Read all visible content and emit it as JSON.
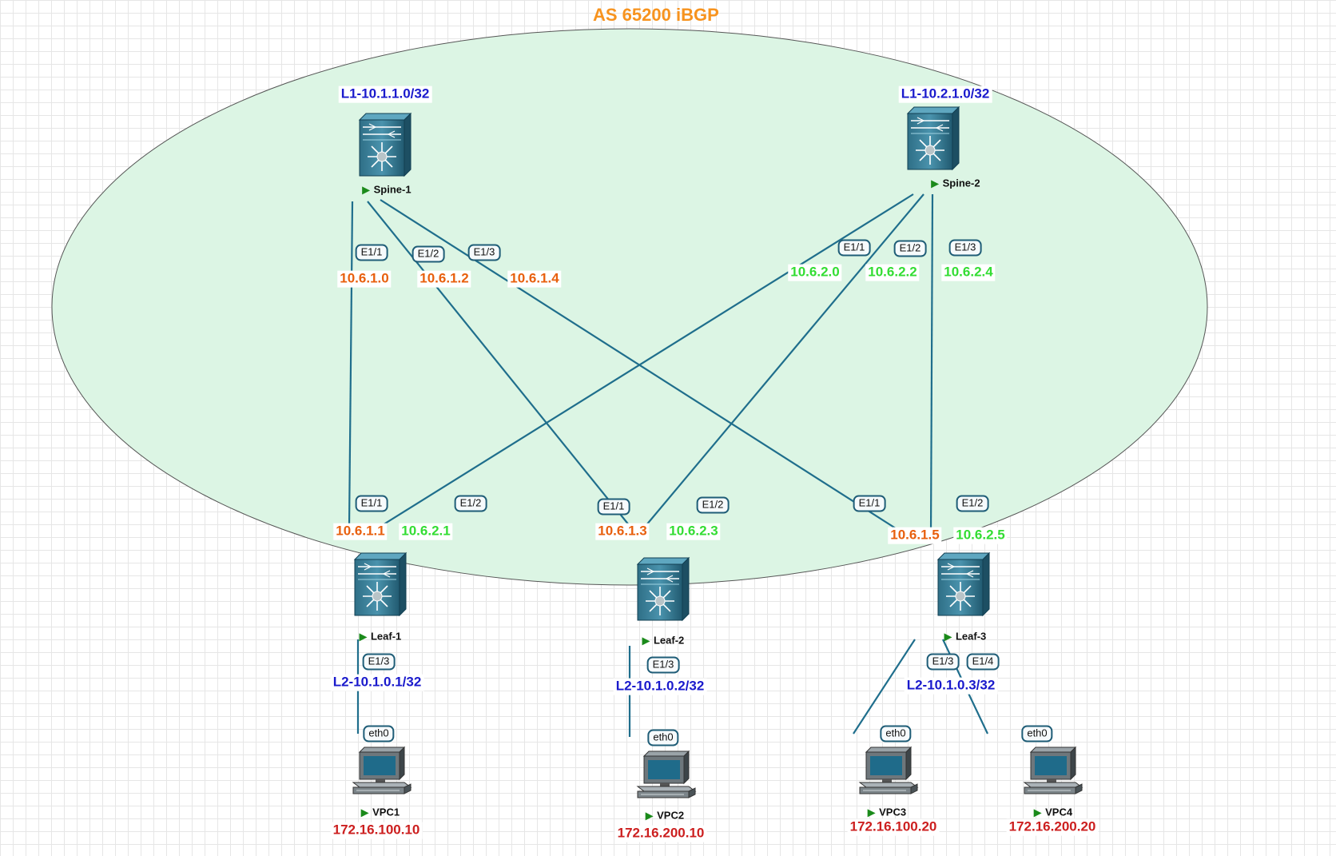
{
  "title": "AS 65200 iBGP",
  "colors": {
    "region_fill": "#dcf5e4",
    "region_stroke": "#555555",
    "link": "#1f6e8c",
    "title": "#f7931e",
    "loopback": "#1a1acc",
    "ip_orange": "#e8600e",
    "ip_green": "#33dd33",
    "host_ip": "#cc1f1f"
  },
  "devices": [
    {
      "id": "spine1",
      "name": "Spine-1",
      "icon": "nexus-switch-icon",
      "loopback": "L1-10.1.1.0/32"
    },
    {
      "id": "spine2",
      "name": "Spine-2",
      "icon": "nexus-switch-icon",
      "loopback": "L1-10.2.1.0/32"
    },
    {
      "id": "leaf1",
      "name": "Leaf-1",
      "icon": "nexus-switch-icon",
      "loopback": "L2-10.1.0.1/32"
    },
    {
      "id": "leaf2",
      "name": "Leaf-2",
      "icon": "nexus-switch-icon",
      "loopback": "L2-10.1.0.2/32"
    },
    {
      "id": "leaf3",
      "name": "Leaf-3",
      "icon": "nexus-switch-icon",
      "loopback": "L2-10.1.0.3/32"
    },
    {
      "id": "vpc1",
      "name": "VPC1",
      "icon": "pc-icon",
      "ip": "172.16.100.10"
    },
    {
      "id": "vpc2",
      "name": "VPC2",
      "icon": "pc-icon",
      "ip": "172.16.200.10"
    },
    {
      "id": "vpc3",
      "name": "VPC3",
      "icon": "pc-icon",
      "ip": "172.16.100.20"
    },
    {
      "id": "vpc4",
      "name": "VPC4",
      "icon": "pc-icon",
      "ip": "172.16.200.20"
    }
  ],
  "links": [
    {
      "from": "spine1",
      "from_port": "E1/1",
      "from_ip": "10.6.1.0",
      "to": "leaf1",
      "to_port": "E1/1",
      "to_ip": "10.6.1.1"
    },
    {
      "from": "spine1",
      "from_port": "E1/2",
      "from_ip": "10.6.1.2",
      "to": "leaf2",
      "to_port": "E1/1",
      "to_ip": "10.6.1.3"
    },
    {
      "from": "spine1",
      "from_port": "E1/3",
      "from_ip": "10.6.1.4",
      "to": "leaf3",
      "to_port": "E1/1",
      "to_ip": "10.6.1.5"
    },
    {
      "from": "spine2",
      "from_port": "E1/1",
      "from_ip": "10.6.2.0",
      "to": "leaf1",
      "to_port": "E1/2",
      "to_ip": "10.6.2.1"
    },
    {
      "from": "spine2",
      "from_port": "E1/2",
      "from_ip": "10.6.2.2",
      "to": "leaf2",
      "to_port": "E1/2",
      "to_ip": "10.6.2.3"
    },
    {
      "from": "spine2",
      "from_port": "E1/3",
      "from_ip": "10.6.2.4",
      "to": "leaf3",
      "to_port": "E1/2",
      "to_ip": "10.6.2.5"
    },
    {
      "from": "leaf1",
      "from_port": "E1/3",
      "to": "vpc1",
      "to_port": "eth0"
    },
    {
      "from": "leaf2",
      "from_port": "E1/3",
      "to": "vpc2",
      "to_port": "eth0"
    },
    {
      "from": "leaf3",
      "from_port": "E1/3",
      "to": "vpc3",
      "to_port": "eth0"
    },
    {
      "from": "leaf3",
      "from_port": "E1/4",
      "to": "vpc4",
      "to_port": "eth0"
    }
  ]
}
